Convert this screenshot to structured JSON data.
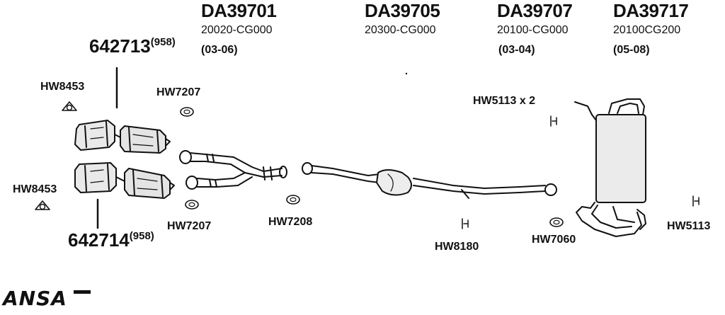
{
  "products": [
    {
      "code": "DA39701",
      "oem": "20020-CG000",
      "years": "(03-06)"
    },
    {
      "code": "DA39705",
      "oem": "20300-CG000",
      "years": ""
    },
    {
      "code": "DA39707",
      "oem": "20100-CG000",
      "years": "(03-04)"
    },
    {
      "code": "DA39717",
      "oem": "20100CG200",
      "years": "(05-08)"
    }
  ],
  "catalysts": {
    "upper": {
      "code": "642713",
      "note": "(958)"
    },
    "lower": {
      "code": "642714",
      "note": "(958)"
    }
  },
  "parts": {
    "hw8453_top": "HW8453",
    "hw8453_bottom": "HW8453",
    "hw7207_top": "HW7207",
    "hw7207_bottom": "HW7207",
    "hw7208": "HW7208",
    "hw8180": "HW8180",
    "hw7060": "HW7060",
    "hw5113_x2": "HW5113 x 2",
    "hw5113": "HW5113"
  },
  "brand": "ANSA"
}
